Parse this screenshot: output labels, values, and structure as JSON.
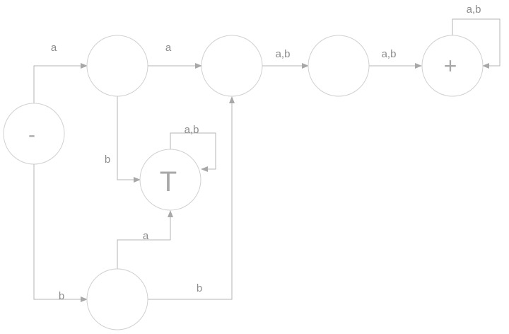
{
  "states": {
    "start": {
      "label": "-"
    },
    "s1": {
      "label": ""
    },
    "s2": {
      "label": ""
    },
    "s3": {
      "label": ""
    },
    "final": {
      "label": "+"
    },
    "trap": {
      "label": "T"
    },
    "s5": {
      "label": ""
    }
  },
  "edges": {
    "start_to_s1": "a",
    "start_to_s5": "b",
    "s1_to_s2": "a",
    "s1_to_trap": "b",
    "s2_to_s3": "a,b",
    "s3_to_final": "a,b",
    "final_loop": "a,b",
    "trap_loop": "a,b",
    "s5_to_trap": "a",
    "s5_to_s2": "b"
  }
}
